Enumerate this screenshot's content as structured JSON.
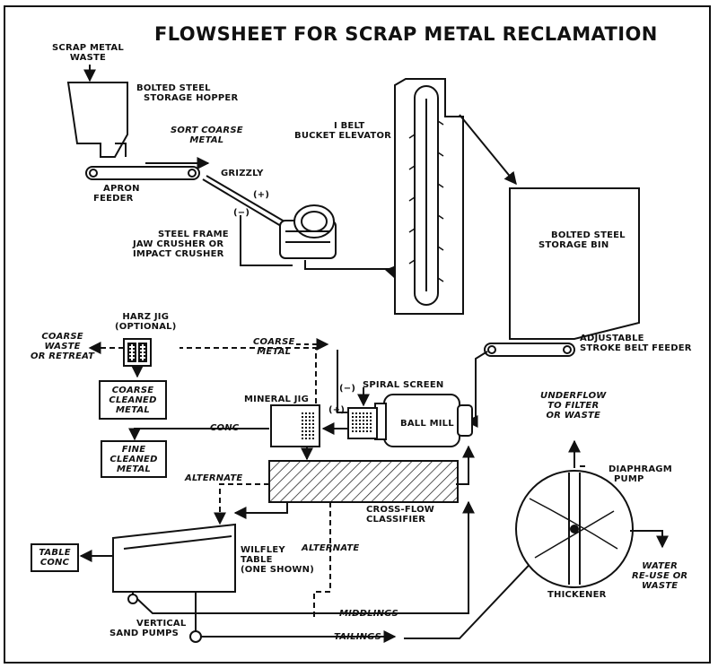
{
  "title": "FLOWSHEET FOR SCRAP METAL RECLAMATION",
  "labels": {
    "scrap_metal_waste": [
      "SCRAP METAL",
      "WASTE"
    ],
    "storage_hopper": [
      "BOLTED STEEL",
      "STORAGE HOPPER"
    ],
    "sort_coarse_metal": [
      "SORT COARSE",
      "METAL"
    ],
    "apron_feeder": [
      "APRON",
      "FEEDER"
    ],
    "grizzly": "GRIZZLY",
    "grizzly_plus": "(+)",
    "grizzly_minus": "(−)",
    "jaw_crusher": [
      "STEEL FRAME",
      "JAW CRUSHER OR",
      "IMPACT CRUSHER"
    ],
    "bucket_elevator": [
      "I BELT",
      "BUCKET ELEVATOR"
    ],
    "storage_bin": [
      "BOLTED STEEL",
      "STORAGE BIN"
    ],
    "belt_feeder": [
      "ADJUSTABLE",
      "STROKE BELT FEEDER"
    ],
    "harz_jig": [
      "HARZ JIG",
      "(OPTIONAL)"
    ],
    "coarse_waste": [
      "COARSE",
      "WASTE",
      "OR RETREAT"
    ],
    "coarse_metal": [
      "COARSE",
      "METAL"
    ],
    "coarse_cleaned_metal": [
      "COARSE",
      "CLEANED",
      "METAL"
    ],
    "mineral_jig": "MINERAL JIG",
    "spiral_screen": "SPIRAL SCREEN",
    "screen_minus": "(−)",
    "screen_plus": "(+)",
    "ball_mill": "BALL MILL",
    "conc": "CONC",
    "fine_cleaned_metal": [
      "FINE",
      "CLEANED",
      "METAL"
    ],
    "alternate_1": "ALTERNATE",
    "alternate_2": "ALTERNATE",
    "cross_flow_classifier": [
      "CROSS-FLOW",
      "CLASSIFIER"
    ],
    "underflow": [
      "UNDERFLOW",
      "TO FILTER",
      "OR WASTE"
    ],
    "diaphragm_pump": [
      "DIAPHRAGM",
      "PUMP"
    ],
    "table_conc": [
      "TABLE",
      "CONC"
    ],
    "wilfley_table": [
      "WILFLEY",
      "TABLE",
      "(ONE SHOWN)"
    ],
    "water_reuse": [
      "WATER",
      "RE-USE OR",
      "WASTE"
    ],
    "thickener": "THICKENER",
    "middlings": "MIDDLINGS",
    "tailings": "TAILINGS",
    "sand_pumps": [
      "VERTICAL",
      "SAND PUMPS"
    ]
  }
}
